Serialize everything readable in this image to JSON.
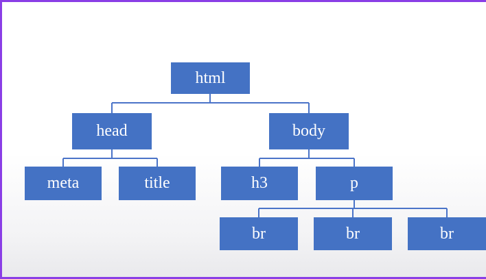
{
  "diagram": {
    "nodes": {
      "html": "html",
      "head": "head",
      "body": "body",
      "meta": "meta",
      "title": "title",
      "h3": "h3",
      "p": "p",
      "br1": "br",
      "br2": "br",
      "br3": "br"
    }
  },
  "colors": {
    "node_fill": "#4472c4",
    "connector": "#4a73c8",
    "frame_border": "#8a3ee6"
  }
}
